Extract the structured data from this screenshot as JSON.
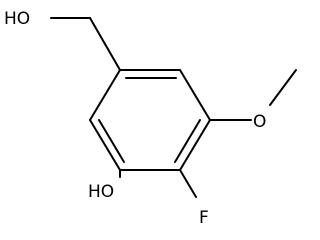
{
  "molecule": {
    "atoms": {
      "hydroxymethyl_oxygen": "HO",
      "phenol_oxygen": "HO",
      "fluorine": "F",
      "methoxy_oxygen": "O"
    }
  }
}
